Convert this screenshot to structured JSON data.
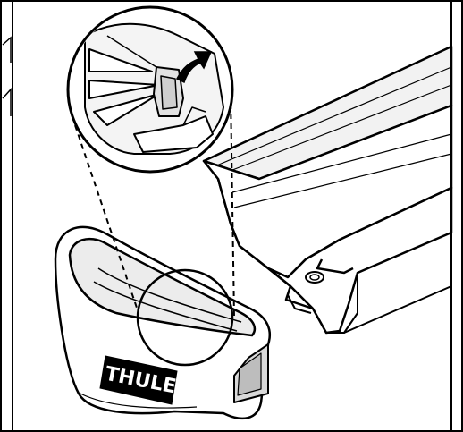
{
  "illustration": {
    "brand_logo": "THULE",
    "icons": [
      "rotate-arrow-icon",
      "magnifier-detail-circle",
      "end-cap",
      "crossbar-profile"
    ],
    "colors": {
      "ink": "#000000",
      "paper": "#ffffff",
      "light_shade": "#e6e6e6",
      "mid_shade": "#cfcfcf",
      "dark_shade": "#9a9a9a"
    }
  }
}
